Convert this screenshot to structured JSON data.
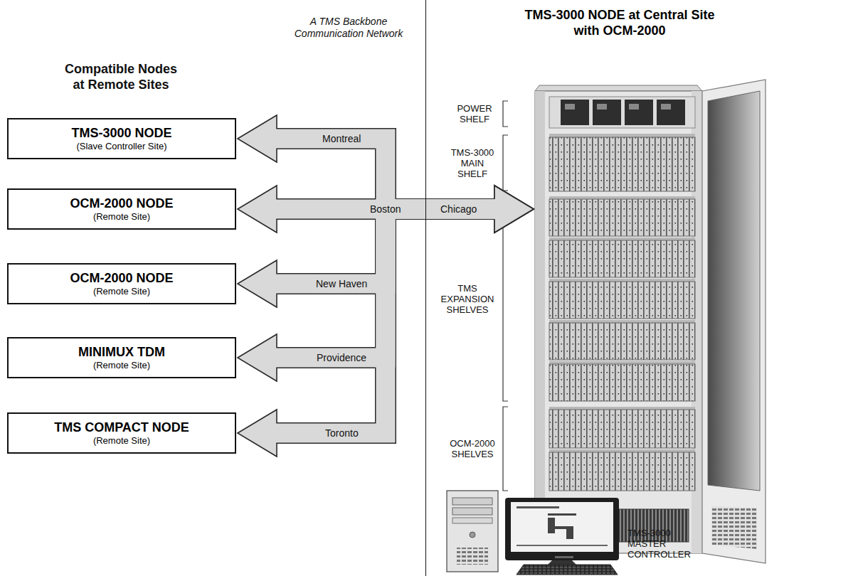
{
  "diagram": {
    "nodes": [
      {
        "text": [
          "TMS-3000 NODE",
          "(Slave Controller Site)"
        ]
      },
      {
        "text": [
          "OCM-2000 NODE",
          "(Remote Site)"
        ]
      },
      {
        "text": [
          "OCM-2000 NODE",
          "(Remote Site)"
        ]
      },
      {
        "text": [
          "MINIMUX TDM",
          "(Remote Site)"
        ]
      },
      {
        "text": [
          "TMS COMPACT NODE",
          "(Remote Site)"
        ]
      },
      {
        "text": [
          "TMS-3000 NODE at Central Site with OCM-2000"
        ]
      }
    ],
    "edges": [
      {
        "from": 5,
        "to": 0,
        "arrow": "both",
        "label": "Montreal"
      },
      {
        "from": 5,
        "to": 1,
        "arrow": "both",
        "label": "Boston"
      },
      {
        "from": 5,
        "to": 2,
        "arrow": "both",
        "label": "New Haven"
      },
      {
        "from": 5,
        "to": 3,
        "arrow": "both",
        "label": "Providence"
      },
      {
        "from": 5,
        "to": 4,
        "arrow": "both",
        "label": "Toronto"
      }
    ],
    "labels": [
      "Compatible Nodes at Remote Sites",
      "A TMS Backbone Communication Network",
      "Chicago",
      "POWER SHELF",
      "TMS-3000 MAIN SHELF",
      "TMS EXPANSION SHELVES",
      "OCM-2000 SHELVES",
      "TMS-3000 MASTER CONTROLLER"
    ]
  }
}
